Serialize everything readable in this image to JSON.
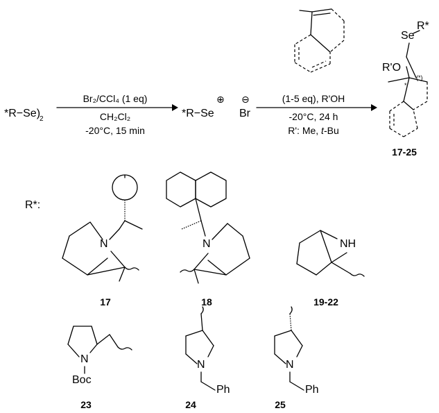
{
  "reactant": "*R−Se)",
  "reactant_sub": "2",
  "step1": {
    "reagent_top": "Br₂/CCl₄ (1 eq)",
    "solvent": "CH₂Cl₂",
    "conditions": "-20°C, 15 min"
  },
  "intermediate": {
    "cation": "*R−Se",
    "cation_charge": "⊕",
    "anion": "Br",
    "anion_charge": "⊖"
  },
  "step2": {
    "reagent_line": "(1-5 eq), R'OH",
    "conditions": "-20°C, 24 h",
    "r_prime": "R': Me, ",
    "r_prime_italic": "t",
    "r_prime_end": "-Bu"
  },
  "product": {
    "se_label": "Se",
    "r_label": "R*",
    "o_label": "R'O",
    "star1": "*",
    "star2": "(*)",
    "number": "17-25"
  },
  "r_star_label": "R*:",
  "structures": [
    {
      "number": "17",
      "atom": "N"
    },
    {
      "number": "18",
      "atom": "N"
    },
    {
      "number": "19-22",
      "atom": "NH"
    },
    {
      "number": "23",
      "atom": "N",
      "group": "Boc"
    },
    {
      "number": "24",
      "atom": "N",
      "group": "Ph"
    },
    {
      "number": "25",
      "atom": "N",
      "group": "Ph"
    }
  ]
}
